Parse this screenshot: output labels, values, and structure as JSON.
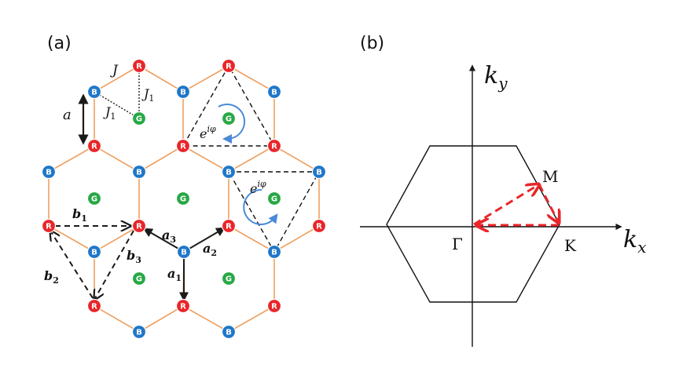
{
  "panels": {
    "a": {
      "label": "(a)"
    },
    "b": {
      "label": "(b)"
    }
  },
  "lattice": {
    "site_labels": {
      "R": "R",
      "B": "B",
      "G": "G"
    },
    "colors": {
      "R": "#e8262a",
      "B": "#1f77c9",
      "G": "#27a845",
      "bond": "#f0a060",
      "arrow": "#1a1a1a",
      "phase_arrow": "#4a8ad8"
    },
    "labels": {
      "J": "J",
      "J1": "J",
      "J1_sub": "1",
      "a": "a",
      "phase": "e",
      "phase_sup": "iφ",
      "a_vec": "a",
      "b_vec": "b",
      "sub1": "1",
      "sub2": "2",
      "sub3": "3"
    }
  },
  "brillouin_zone": {
    "axis_x": "k",
    "axis_x_sub": "x",
    "axis_y": "k",
    "axis_y_sub": "y",
    "points": {
      "gamma": "Γ",
      "K": "K",
      "M": "M"
    },
    "path_color": "#e8262a"
  }
}
